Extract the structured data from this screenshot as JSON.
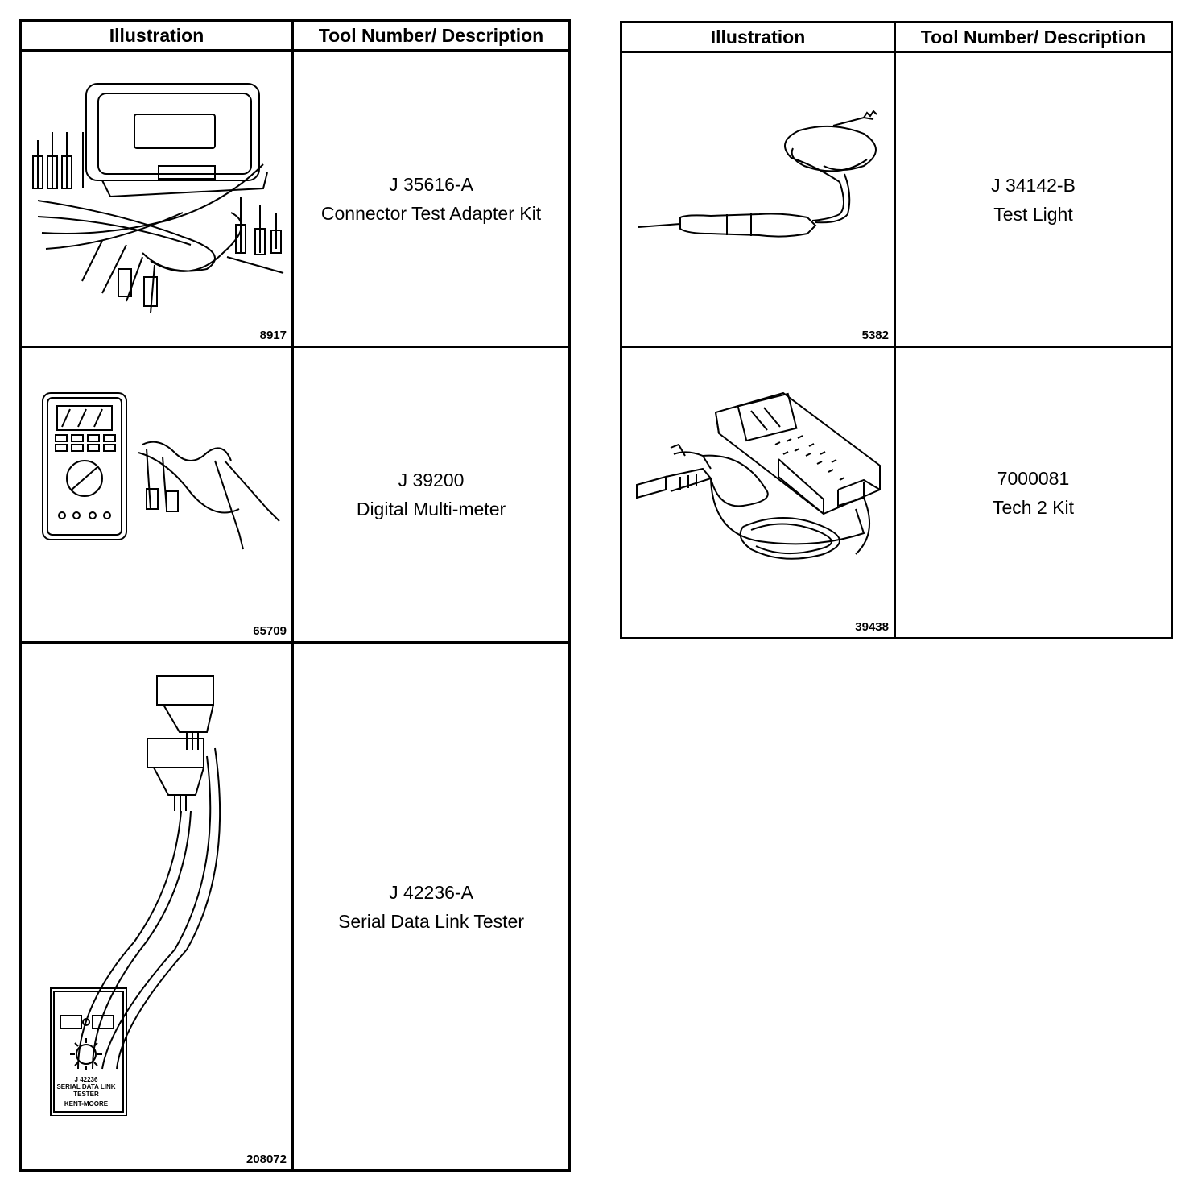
{
  "left_table": {
    "headers": [
      "Illustration",
      "Tool Number/ Description"
    ],
    "rows": [
      {
        "figure": "8917",
        "number": "J 35616-A",
        "description": "Connector Test Adapter Kit"
      },
      {
        "figure": "65709",
        "number": "J 39200",
        "description": "Digital Multi-meter"
      },
      {
        "figure": "208072",
        "number": "J 42236-A",
        "description": "Serial Data Link Tester"
      }
    ]
  },
  "right_table": {
    "headers": [
      "Illustration",
      "Tool Number/ Description"
    ],
    "rows": [
      {
        "figure": "5382",
        "number": "J 34142-B",
        "description": "Test Light"
      },
      {
        "figure": "39438",
        "number": "7000081",
        "description": "Tech 2 Kit"
      }
    ]
  },
  "device_label": [
    "J 42236",
    "SERIAL DATA LINK",
    "TESTER",
    "KENT-MOORE"
  ]
}
